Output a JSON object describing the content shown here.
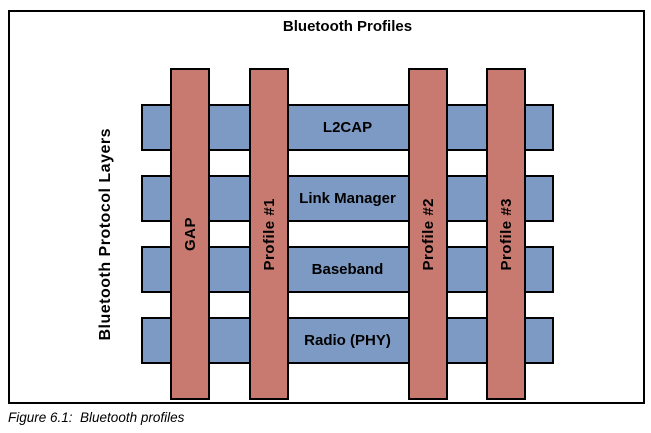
{
  "figure": {
    "title": "Bluetooth Profiles",
    "side_label": "Bluetooth Protocol Layers",
    "layers": [
      "L2CAP",
      "Link Manager",
      "Baseband",
      "Radio (PHY)"
    ],
    "profiles": [
      "GAP",
      "Profile #1",
      "Profile #2",
      "Profile #3"
    ],
    "caption": "Figure 6.1:  Bluetooth profiles",
    "colors": {
      "layer_fill": "#7C9AC4",
      "profile_fill": "#C87A71",
      "outline": "#000000",
      "background": "#FFFFFF"
    }
  }
}
